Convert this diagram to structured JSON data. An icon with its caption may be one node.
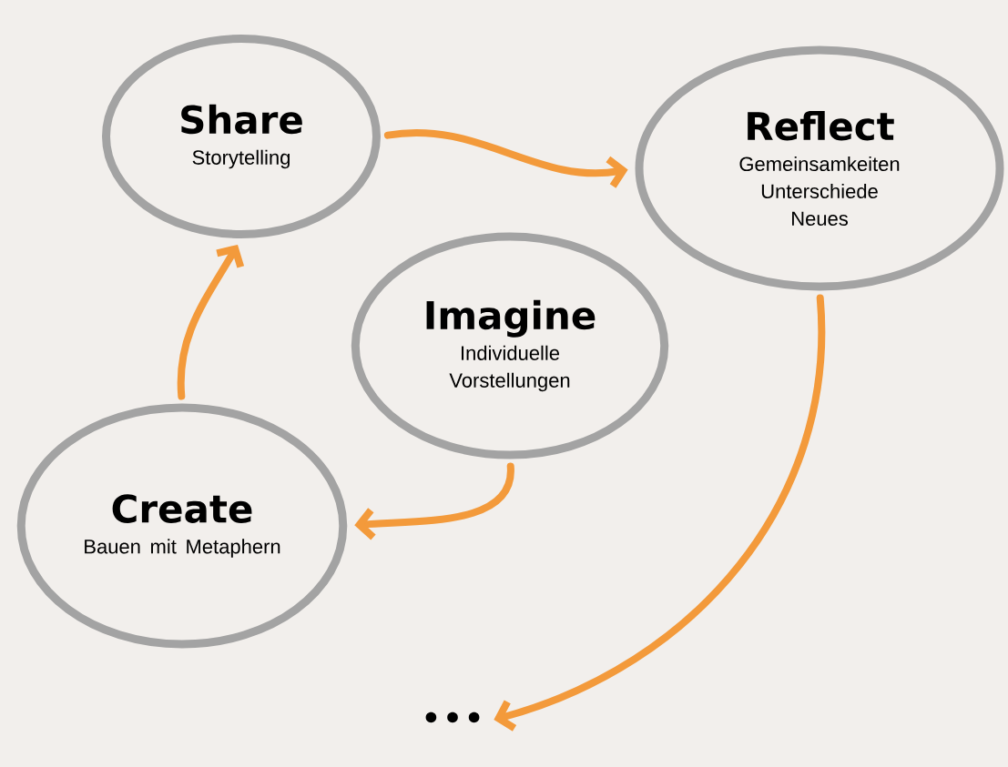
{
  "diagram": {
    "nodes": [
      {
        "text": [
          "Share",
          "Storytelling"
        ]
      },
      {
        "text": [
          "Reflect",
          "Gemeinsamkeiten",
          "Unterschiede",
          "Neues"
        ]
      },
      {
        "text": [
          "Imagine",
          "Individuelle Vorstellungen"
        ]
      },
      {
        "text": [
          "Create",
          "Bauen mit Metaphern"
        ]
      },
      {
        "text": [
          "•••"
        ]
      }
    ],
    "edges": [
      {
        "from": 0,
        "to": 1,
        "arrow": "to"
      },
      {
        "from": 1,
        "to": 4,
        "arrow": "to"
      },
      {
        "from": 2,
        "to": 3,
        "arrow": "to"
      },
      {
        "from": 3,
        "to": 0,
        "arrow": "to"
      }
    ]
  }
}
